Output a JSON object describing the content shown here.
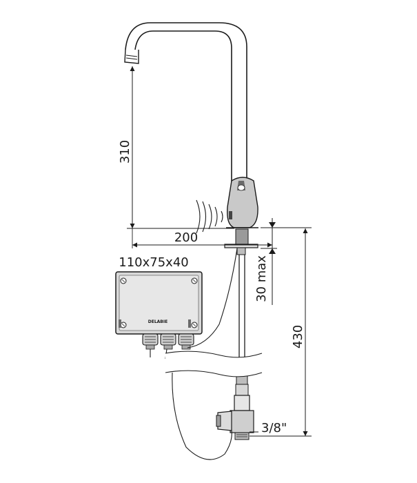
{
  "dimensions": {
    "spout_height": "310",
    "spout_reach": "200",
    "box_size": "110x75x40",
    "deck_thickness": "30 max",
    "total_depth": "430",
    "connection": "3/8\""
  },
  "control_box": {
    "brand": "DELABIE"
  }
}
